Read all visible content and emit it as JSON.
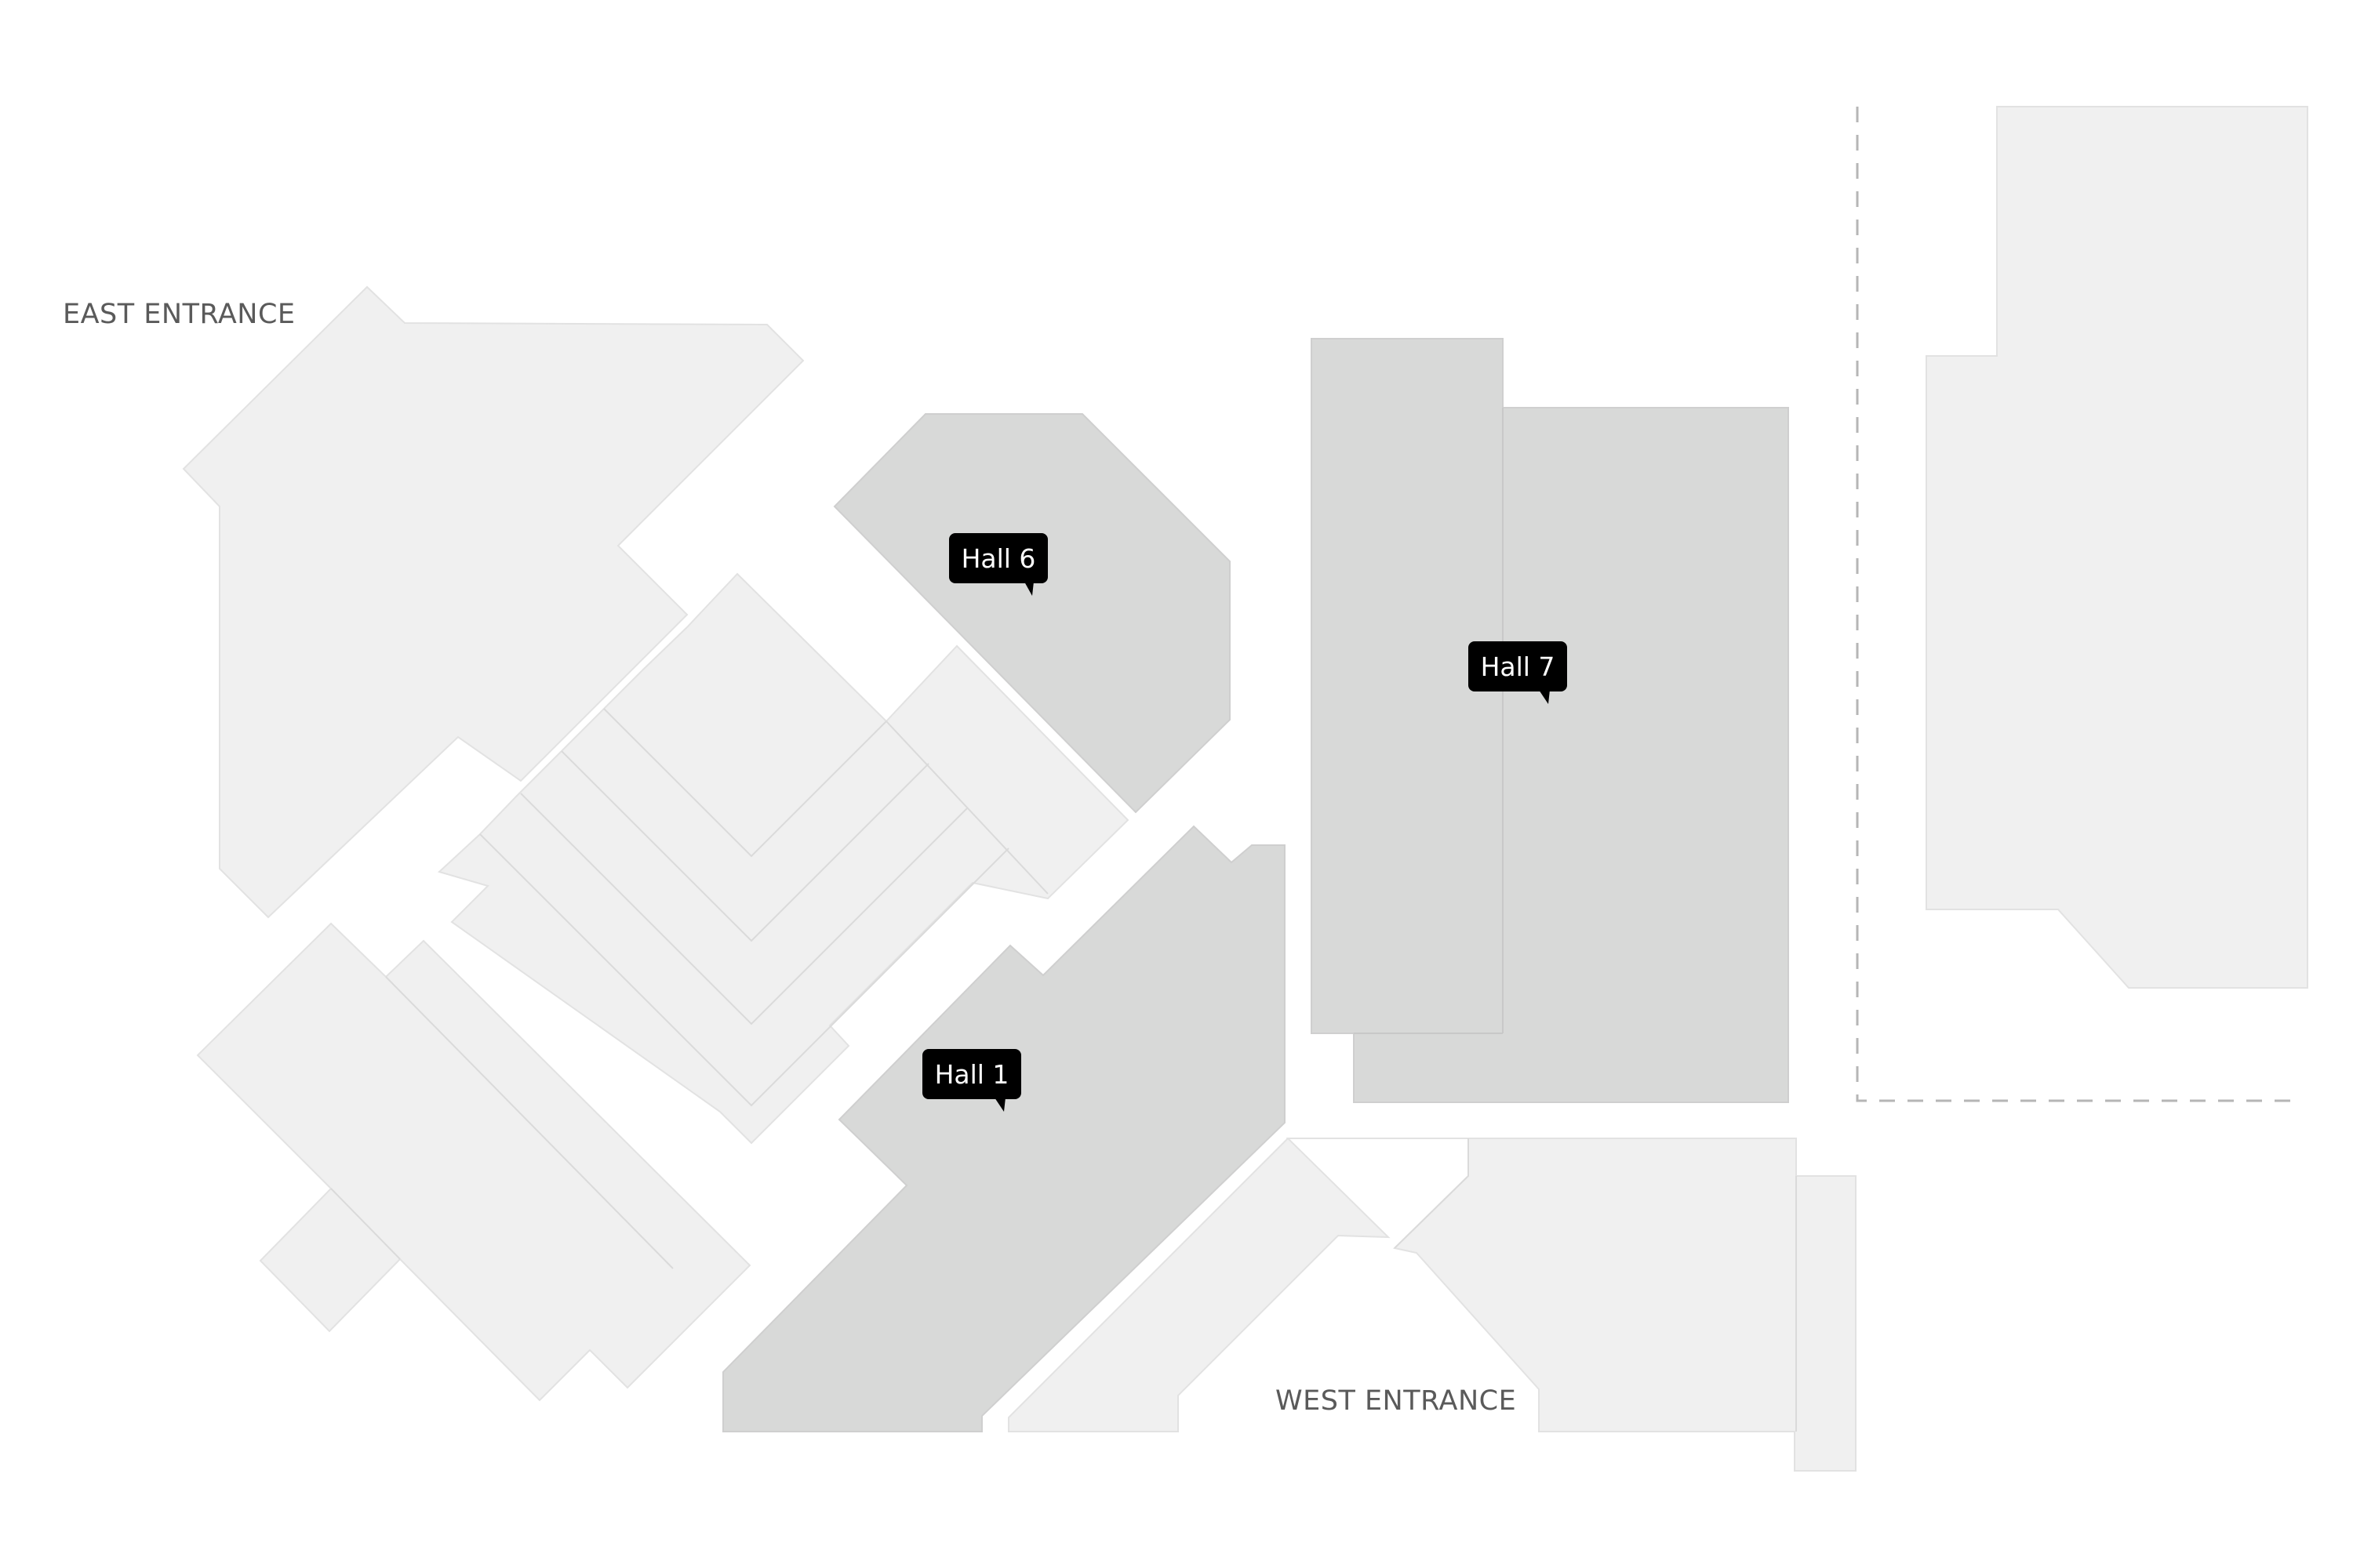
{
  "map": {
    "entrances": [
      {
        "id": "east",
        "label": "EAST ENTRANCE"
      },
      {
        "id": "west",
        "label": "WEST ENTRANCE"
      }
    ],
    "halls": [
      {
        "id": "hall6",
        "label": "Hall 6"
      },
      {
        "id": "hall7",
        "label": "Hall 7"
      },
      {
        "id": "hall1",
        "label": "Hall 1"
      }
    ],
    "colors": {
      "building": "#f0f0f0",
      "hall_highlight": "#d8d9d8",
      "tag_background": "#000000",
      "tag_text": "#ffffff",
      "label_text": "#5a5a5a",
      "boundary": "#b6b6b6"
    }
  }
}
